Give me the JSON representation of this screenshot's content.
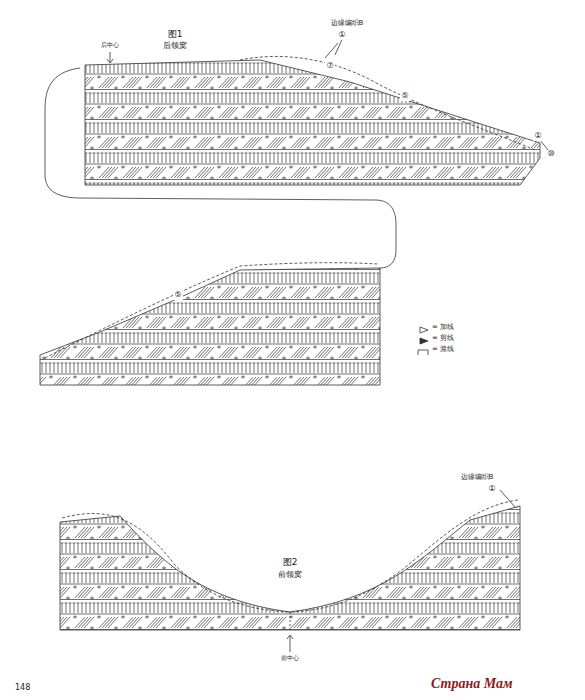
{
  "diagram": {
    "labels": [
      "图1",
      "后领窝",
      "后中心",
      "边缘编织B",
      "①",
      "⑦",
      "⑤",
      "①",
      "⑩",
      "⑤",
      "图2",
      "前领窝",
      "前中心",
      "边缘编织B",
      "①",
      "148",
      "Страна Мам"
    ],
    "legend": [
      {
        "text": "= 加线"
      },
      {
        "text": "= 剪线"
      },
      {
        "text": "= 渡线"
      }
    ]
  }
}
